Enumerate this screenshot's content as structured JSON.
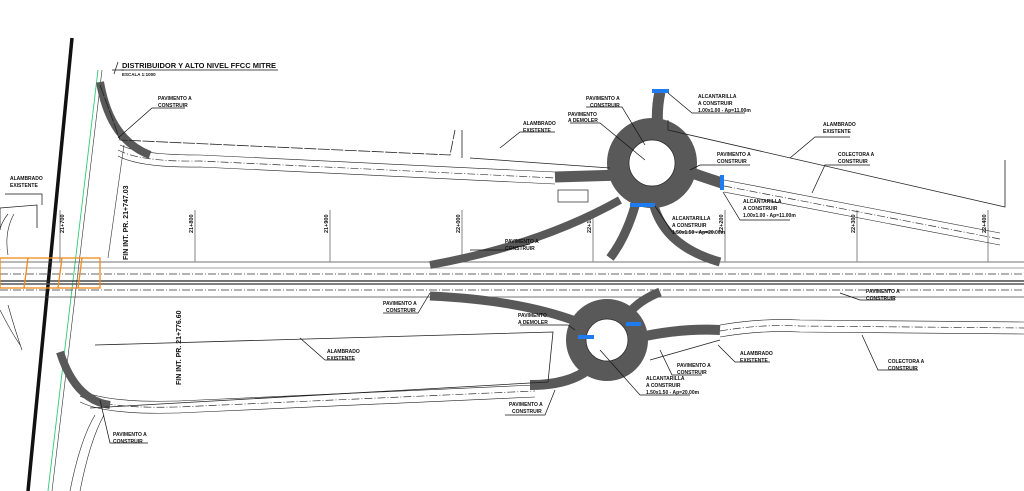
{
  "title": "DISTRIBUIDOR Y ALTO NIVEL FFCC MITRE",
  "scale": "ESCALA 1:1000",
  "chainage_marks": [
    "21+700",
    "21+800",
    "21+900",
    "22+000",
    "22+100",
    "22+200",
    "22+300",
    "22+400"
  ],
  "fin_labels": {
    "upper": "FIN INT. PR. 21+747.03",
    "lower": "FIN INT. PR. 21+776.60"
  },
  "labels": {
    "pav_upper_left": [
      "PAVIMENTO A",
      "CONSTRUIR"
    ],
    "alambrado_left": [
      "ALAMBRADO",
      "EXISTENTE"
    ],
    "alambrado_top": [
      "ALAMBRADO",
      "EXISTENTE"
    ],
    "pav_round_top": [
      "PAVIMENTO A",
      "CONSTRUIR"
    ],
    "demoler_top": [
      "PAVIMENTO",
      "A DEMOLER"
    ],
    "alc_north": [
      "ALCANTARILLA",
      "A CONSTRUIR",
      "1.00x1.00 - Ap=11.00m"
    ],
    "alambrado_right": [
      "ALAMBRADO",
      "EXISTENTE"
    ],
    "colectora_top": [
      "COLECTORA A",
      "CONSTRUIR"
    ],
    "pav_round_right": [
      "PAVIMENTO A",
      "CONSTRUIR"
    ],
    "alc_east": [
      "ALCANTARILLA",
      "A CONSTRUIR",
      "1.00x1.00 - Ap=11.00m"
    ],
    "alc_south": [
      "ALCANTARILLA",
      "A CONSTRUIR",
      "1.50x1.50 - Ap=20.00m"
    ],
    "pav_ramp_upper": [
      "PAVIMENTO A",
      "CONSTRUIR"
    ],
    "pav_lower_mid": [
      "PAVIMENTO A",
      "CONSTRUIR"
    ],
    "pav_lower_right": [
      "PAVIMENTO A",
      "CONSTRUIR"
    ],
    "demoler_bottom": [
      "PAVIMENTO",
      "A DEMOLER"
    ],
    "alambrado_lower": [
      "ALAMBRADO",
      "EXISTENTE"
    ],
    "pav_round_bottom": [
      "PAVIMENTO A",
      "CONSTRUIR"
    ],
    "alc_bottom": [
      "ALCANTARILLA",
      "A CONSTRUIR",
      "1.50x1.50 - Ap=20.00m"
    ],
    "alambrado_lower_right": [
      "ALAMBRADO",
      "EXISTENTE"
    ],
    "colectora_bottom": [
      "COLECTORA A",
      "CONSTRUIR"
    ],
    "pav_bottom_entry": [
      "PAVIMENTO A",
      "CONSTRUIR"
    ],
    "pav_bottom_left": [
      "PAVIMENTO A",
      "CONSTRUIR"
    ]
  },
  "colors": {
    "pavement": "#595959",
    "culvert": "#1e7cf0",
    "bridge": "#f08a1c",
    "rail_edge": "#2ecc71"
  }
}
